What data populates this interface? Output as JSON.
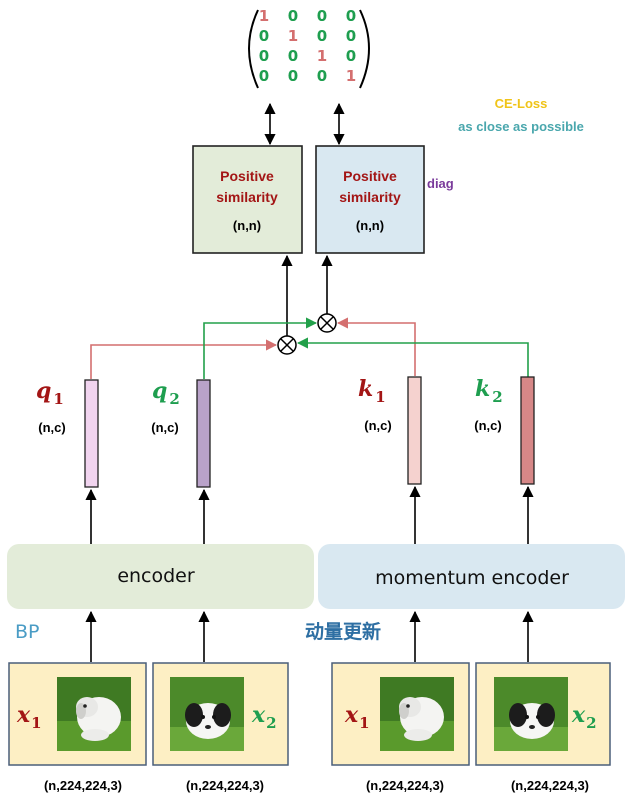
{
  "colors": {
    "red": "#a31515",
    "green": "#1e9e4f",
    "purple": "#7a3a9b",
    "teal": "#4aa7ad",
    "yellow": "#f0c419",
    "blue_text": "#2e6fa3",
    "bp_text": "#4a9cc5",
    "arrow_red": "#d46f6f",
    "arrow_green": "#22a04a"
  },
  "matrix": {
    "rows": [
      [
        "1",
        "0",
        "0",
        "0"
      ],
      [
        "0",
        "1",
        "0",
        "0"
      ],
      [
        "0",
        "0",
        "1",
        "0"
      ],
      [
        "0",
        "0",
        "0",
        "1"
      ]
    ]
  },
  "annotations": {
    "ce_loss": "CE-Loss",
    "close": "as close as possible",
    "diag": "diag",
    "bp": "BP",
    "momentum_update": "动量更新"
  },
  "sim_boxes": [
    {
      "title_line1": "Positive",
      "title_line2": "similarity",
      "shape": "(n,n)",
      "fill": "#e3ecd9"
    },
    {
      "title_line1": "Positive",
      "title_line2": "similarity",
      "shape": "(n,n)",
      "fill": "#d9e8f1"
    }
  ],
  "features": [
    {
      "symbol": "q",
      "subscript": "1",
      "shape": "(n,c)",
      "fill": "#f1d4ef",
      "label_color": "#a31515"
    },
    {
      "symbol": "q",
      "subscript": "2",
      "shape": "(n,c)",
      "fill": "#b9a2c9",
      "label_color": "#1e9e4f"
    },
    {
      "symbol": "k",
      "subscript": "1",
      "shape": "(n,c)",
      "fill": "#f5d2cf",
      "label_color": "#a31515"
    },
    {
      "symbol": "k",
      "subscript": "2",
      "shape": "(n,c)",
      "fill": "#d68787",
      "label_color": "#1e9e4f"
    }
  ],
  "encoders": {
    "encoder": "encoder",
    "momentum_encoder": "momentum encoder"
  },
  "inputs": [
    {
      "symbol": "x",
      "subscript": "1",
      "shape": "(n,224,224,3)",
      "label_color": "#a31515",
      "photo": "white-dog"
    },
    {
      "symbol": "x",
      "subscript": "2",
      "shape": "(n,224,224,3)",
      "label_color": "#1e9e4f",
      "photo": "black-white-dog"
    },
    {
      "symbol": "x",
      "subscript": "1",
      "shape": "(n,224,224,3)",
      "label_color": "#a31515",
      "photo": "white-dog"
    },
    {
      "symbol": "x",
      "subscript": "2",
      "shape": "(n,224,224,3)",
      "label_color": "#1e9e4f",
      "photo": "black-white-dog"
    }
  ],
  "operator_symbol": "⊗"
}
